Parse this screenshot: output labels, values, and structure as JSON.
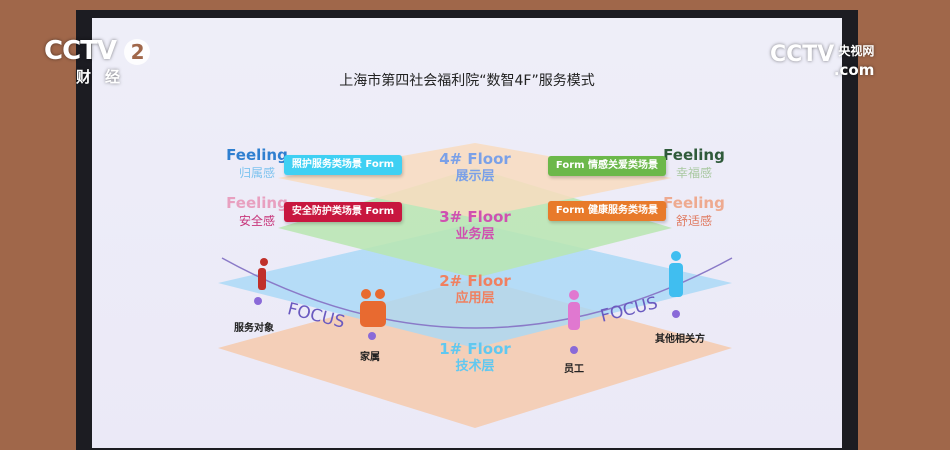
{
  "logo_left": {
    "brand": "CCTV",
    "channel": "2",
    "name": "财经"
  },
  "logo_right": {
    "brand": "CCTV",
    "domain": ".com",
    "name": "央视网"
  },
  "slide": {
    "title": "上海市第四社会福利院“数智4F”服务模式",
    "feelings": [
      {
        "en": "Feeling",
        "zh": "归属感",
        "color": "#2f7fd0",
        "zhcolor": "#7ec3ef"
      },
      {
        "en": "Feeling",
        "zh": "幸福感",
        "color": "#2f5a3a",
        "zhcolor": "#a8c8a0"
      },
      {
        "en": "Feeling",
        "zh": "安全感",
        "color": "#e8a0c0",
        "zhcolor": "#c7357a"
      },
      {
        "en": "Feeling",
        "zh": "舒适感",
        "color": "#eeaa90",
        "zhcolor": "#e07a60"
      }
    ],
    "forms": [
      {
        "label": "照护服务类场景 Form",
        "color": "#3fd0f3"
      },
      {
        "label": "Form 情感关爱类场景",
        "color": "#6cb84a"
      },
      {
        "label": "安全防护类场景 Form",
        "color": "#c8173f"
      },
      {
        "label": "Form 健康服务类场景",
        "color": "#e87a2a"
      }
    ],
    "floors": [
      {
        "en": "4# Floor",
        "zh": "展示层",
        "color": "#7aa0e8"
      },
      {
        "en": "3# Floor",
        "zh": "业务层",
        "color": "#d050b0"
      },
      {
        "en": "2# Floor",
        "zh": "应用层",
        "color": "#f08060"
      },
      {
        "en": "1# Floor",
        "zh": "技术层",
        "color": "#60c8f0"
      }
    ],
    "focus": [
      "FOCUS",
      "FOCUS"
    ],
    "stakeholders": [
      "服务对象",
      "家属",
      "员工",
      "其他相关方"
    ]
  }
}
